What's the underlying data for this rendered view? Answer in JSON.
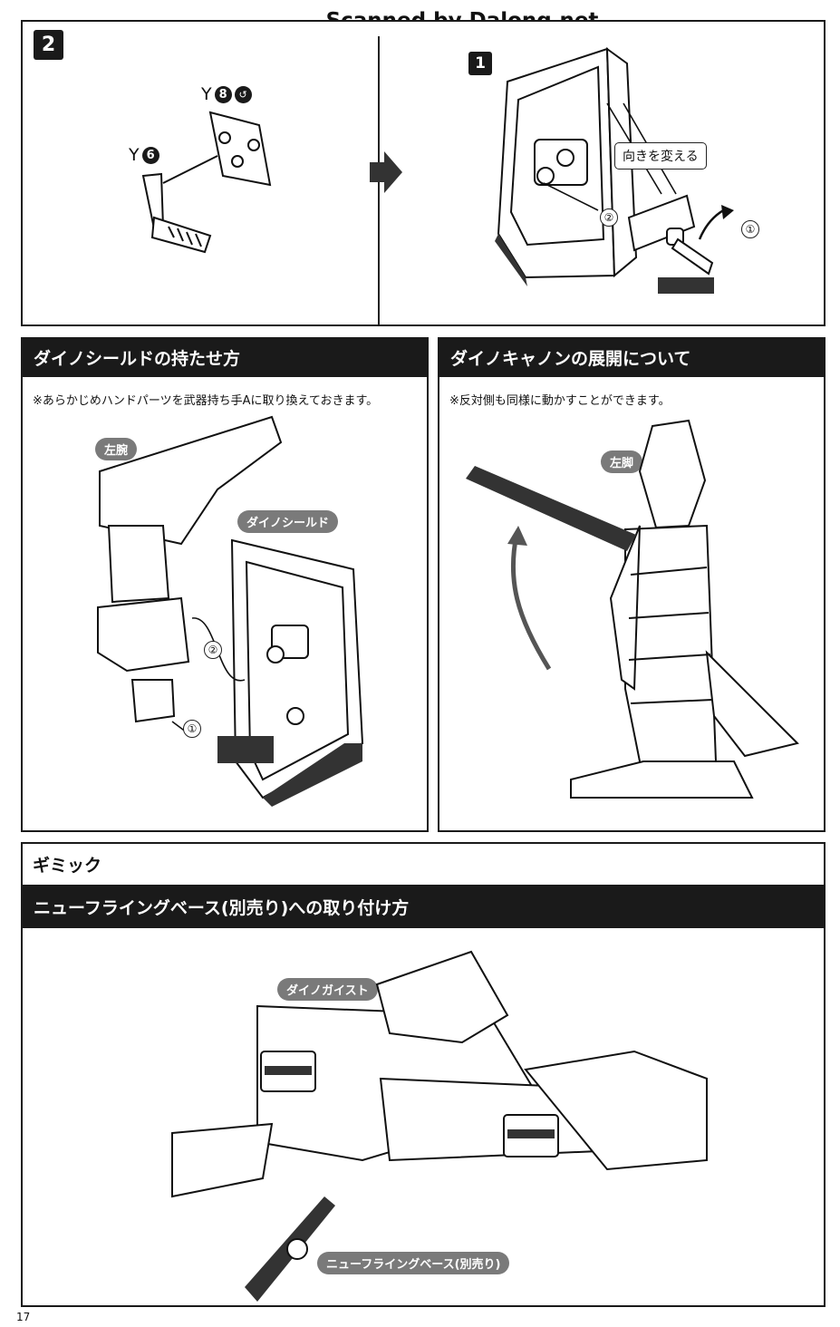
{
  "watermark": "Scanned by Dalong.net",
  "step2": {
    "number": "2",
    "parts": {
      "y8_letter": "Y",
      "y8_num": "8",
      "y6_letter": "Y",
      "y6_num": "6"
    },
    "substep1": "1",
    "callout": "向きを変える",
    "marks": [
      "①",
      "②"
    ]
  },
  "shield_section": {
    "title": "ダイノシールドの持たせ方",
    "note": "※あらかじめハンドパーツを武器持ち手Aに取り換えておきます。",
    "label_arm": "左腕",
    "label_shield": "ダイノシールド",
    "marks": [
      "①",
      "②"
    ]
  },
  "cannon_section": {
    "title": "ダイノキャノンの展開について",
    "note": "※反対側も同様に動かすことができます。",
    "label_leg": "左脚",
    "marks": []
  },
  "gimmick": {
    "title": "ギミック",
    "subtitle": "ニューフライングベース(別売り)への取り付け方",
    "label_model": "ダイノガイスト",
    "label_base": "ニューフライングベース(別売り)"
  },
  "page_number": "17",
  "colors": {
    "ink": "#1a1a1a",
    "pill": "#7a7a7a",
    "paper": "#ffffff"
  }
}
